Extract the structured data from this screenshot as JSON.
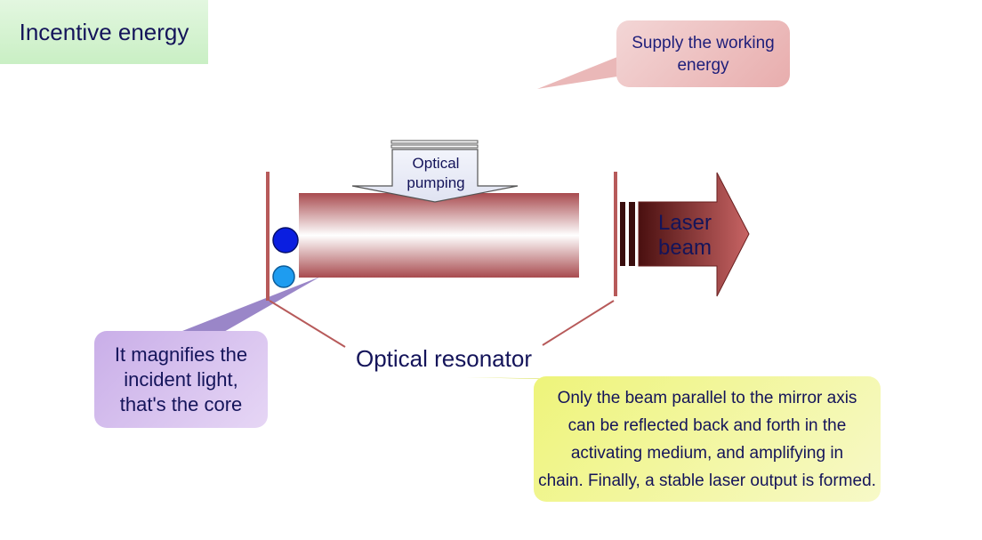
{
  "texts": {
    "supply": "Supply the working energy",
    "incentive": "Incentive energy",
    "optical_pumping_1": "Optical",
    "optical_pumping_2": "pumping",
    "laser_1": "Laser",
    "laser_2": "beam",
    "resonator": "Optical resonator",
    "magnify_1": "It magnifies the",
    "magnify_2": "incident light,",
    "magnify_3": "that's the core",
    "only_1": "Only the beam parallel to the mirror axis",
    "only_2": "can be reflected back and forth in the",
    "only_3": "activating medium, and amplifying in",
    "only_4": "chain. Finally, a stable laser output is formed."
  },
  "colors": {
    "rod_dark": "#a84b4f",
    "rod_light": "#ffffff",
    "mirror": "#b75a5a",
    "arrow": "#a84040",
    "arrow_dark": "#4a1010",
    "dot_dark": "#0a1ee0",
    "dot_light": "#1e9cf0",
    "text_navy": "#14145a"
  }
}
